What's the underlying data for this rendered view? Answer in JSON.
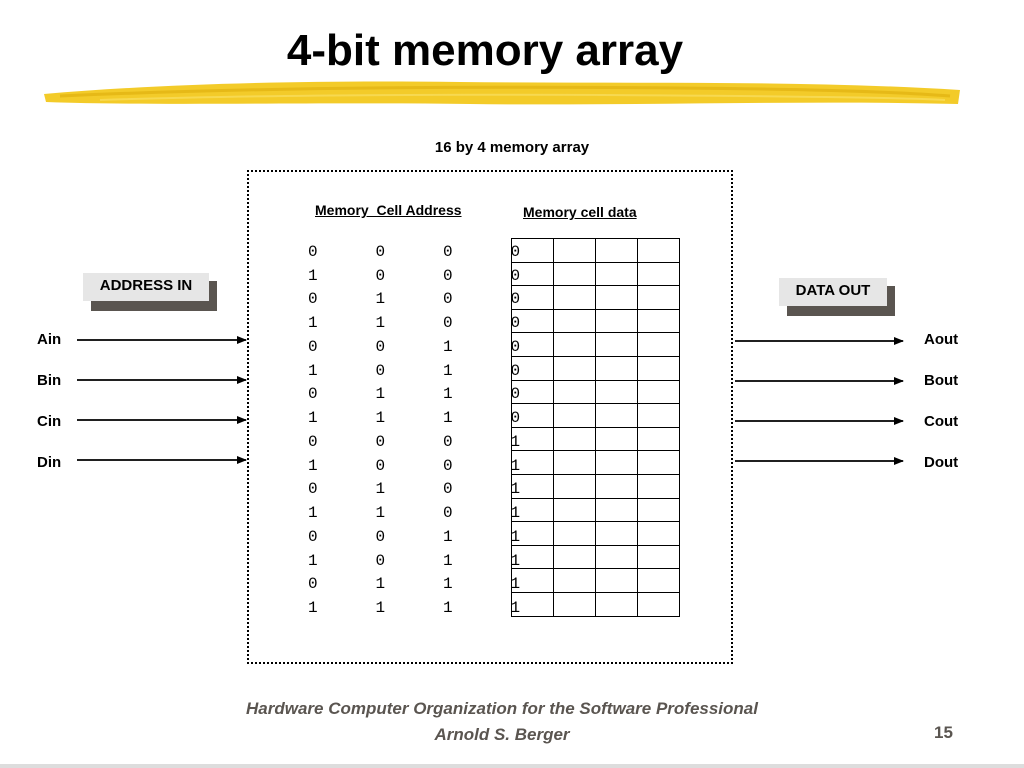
{
  "slide": {
    "title": "4-bit memory array",
    "subtitle": "16 by 4 memory array",
    "page_number": "15"
  },
  "array": {
    "address_header": "Memory  Cell Address",
    "data_header": "Memory cell data",
    "address_rows": [
      [
        "0",
        "0",
        "0",
        "0"
      ],
      [
        "1",
        "0",
        "0",
        "0"
      ],
      [
        "0",
        "1",
        "0",
        "0"
      ],
      [
        "1",
        "1",
        "0",
        "0"
      ],
      [
        "0",
        "0",
        "1",
        "0"
      ],
      [
        "1",
        "0",
        "1",
        "0"
      ],
      [
        "0",
        "1",
        "1",
        "0"
      ],
      [
        "1",
        "1",
        "1",
        "0"
      ],
      [
        "0",
        "0",
        "0",
        "1"
      ],
      [
        "1",
        "0",
        "0",
        "1"
      ],
      [
        "0",
        "1",
        "0",
        "1"
      ],
      [
        "1",
        "1",
        "0",
        "1"
      ],
      [
        "0",
        "0",
        "1",
        "1"
      ],
      [
        "1",
        "0",
        "1",
        "1"
      ],
      [
        "0",
        "1",
        "1",
        "1"
      ],
      [
        "1",
        "1",
        "1",
        "1"
      ]
    ],
    "data_columns": 4
  },
  "inputs": {
    "box_label": "ADDRESS IN",
    "signals": [
      "Ain",
      "Bin",
      "Cin",
      "Din"
    ]
  },
  "outputs": {
    "box_label": "DATA OUT",
    "signals": [
      "Aout",
      "Bout",
      "Cout",
      "Dout"
    ]
  },
  "footer": {
    "line1": "Hardware Computer Organization for the Software Professional",
    "line2": "Arnold S. Berger"
  },
  "colors": {
    "highlight": "#f2c81e",
    "footer_text": "#5a5550",
    "label_box": "#e6e6e6",
    "label_shadow": "#5a5550"
  }
}
